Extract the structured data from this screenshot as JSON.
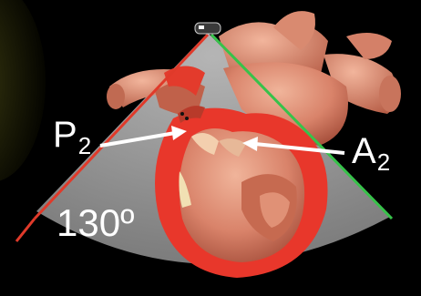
{
  "labels": {
    "p2_main": "P",
    "p2_sub": "2",
    "a2_main": "A",
    "a2_sub": "2",
    "angle": "130º"
  },
  "colors": {
    "background": "#000000",
    "sector_fill": "#9a9a9a",
    "left_sector_line": "#e03a2a",
    "right_sector_line": "#37c24a",
    "myocardium": "#e8372b",
    "heart_tissue": "#d8826a",
    "arrow": "#ffffff"
  },
  "icons": {
    "probe": "probe-marker-icon"
  }
}
